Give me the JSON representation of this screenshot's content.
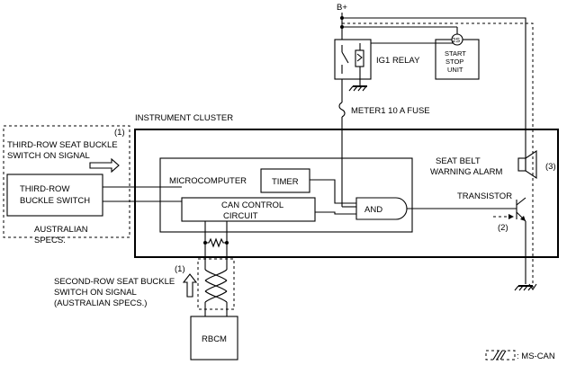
{
  "power": {
    "supply": "B+"
  },
  "relay": {
    "label": "IG1 RELAY",
    "unit_marker": "2S",
    "unit_lines": [
      "START",
      "STOP",
      "UNIT"
    ]
  },
  "fuse": {
    "label": "METER1 10 A FUSE"
  },
  "cluster": {
    "title": "INSTRUMENT CLUSTER",
    "microcomputer": "MICROCOMPUTER",
    "timer": "TIMER",
    "can_lines": [
      "CAN CONTROL",
      "CIRCUIT"
    ],
    "and_gate": "AND",
    "alarm_lines": [
      "SEAT BELT",
      "WARNING ALARM"
    ],
    "alarm_marker": "(3)",
    "transistor": "TRANSISTOR",
    "transistor_marker": "(2)"
  },
  "third_row": {
    "marker": "(1)",
    "signal_lines": [
      "THIRD-ROW SEAT BUCKLE",
      "SWITCH ON SIGNAL"
    ],
    "switch_lines": [
      "THIRD-ROW",
      "BUCKLE SWITCH"
    ],
    "spec_lines": [
      "AUSTRALIAN",
      "SPECS."
    ]
  },
  "second_row": {
    "marker": "(1)",
    "signal_lines": [
      "SECOND-ROW SEAT BUCKLE",
      "SWITCH ON SIGNAL",
      "(AUSTRALIAN SPECS.)"
    ]
  },
  "rbcm": {
    "label": "RBCM"
  },
  "legend": {
    "label": ": MS-CAN"
  }
}
